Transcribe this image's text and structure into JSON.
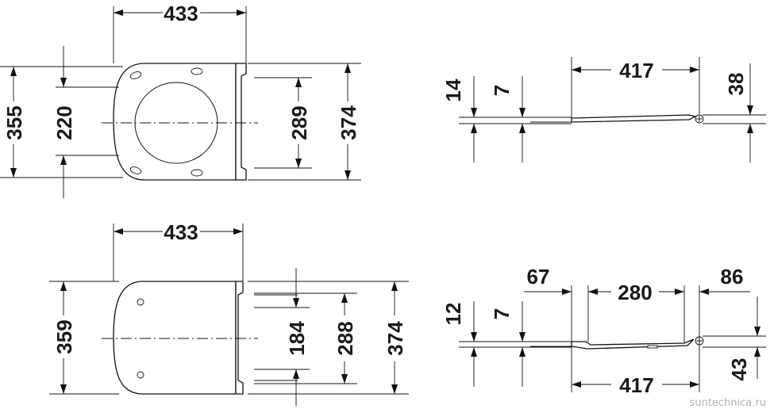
{
  "top_left": {
    "width_433": "433",
    "height_355": "355",
    "inner_220": "220",
    "inner_289": "289",
    "outer_374": "374"
  },
  "top_right": {
    "length_417": "417",
    "thickness_14": "14",
    "thickness_7": "7",
    "hinge_38": "38"
  },
  "bottom_left": {
    "width_433": "433",
    "height_359": "359",
    "inner_184": "184",
    "inner_288": "288",
    "outer_374": "374"
  },
  "bottom_right": {
    "offset_67": "67",
    "length_280": "280",
    "offset_86": "86",
    "thickness_12": "12",
    "thickness_7": "7",
    "length_417": "417",
    "hinge_43": "43"
  },
  "watermark": "suntechnica.ru"
}
